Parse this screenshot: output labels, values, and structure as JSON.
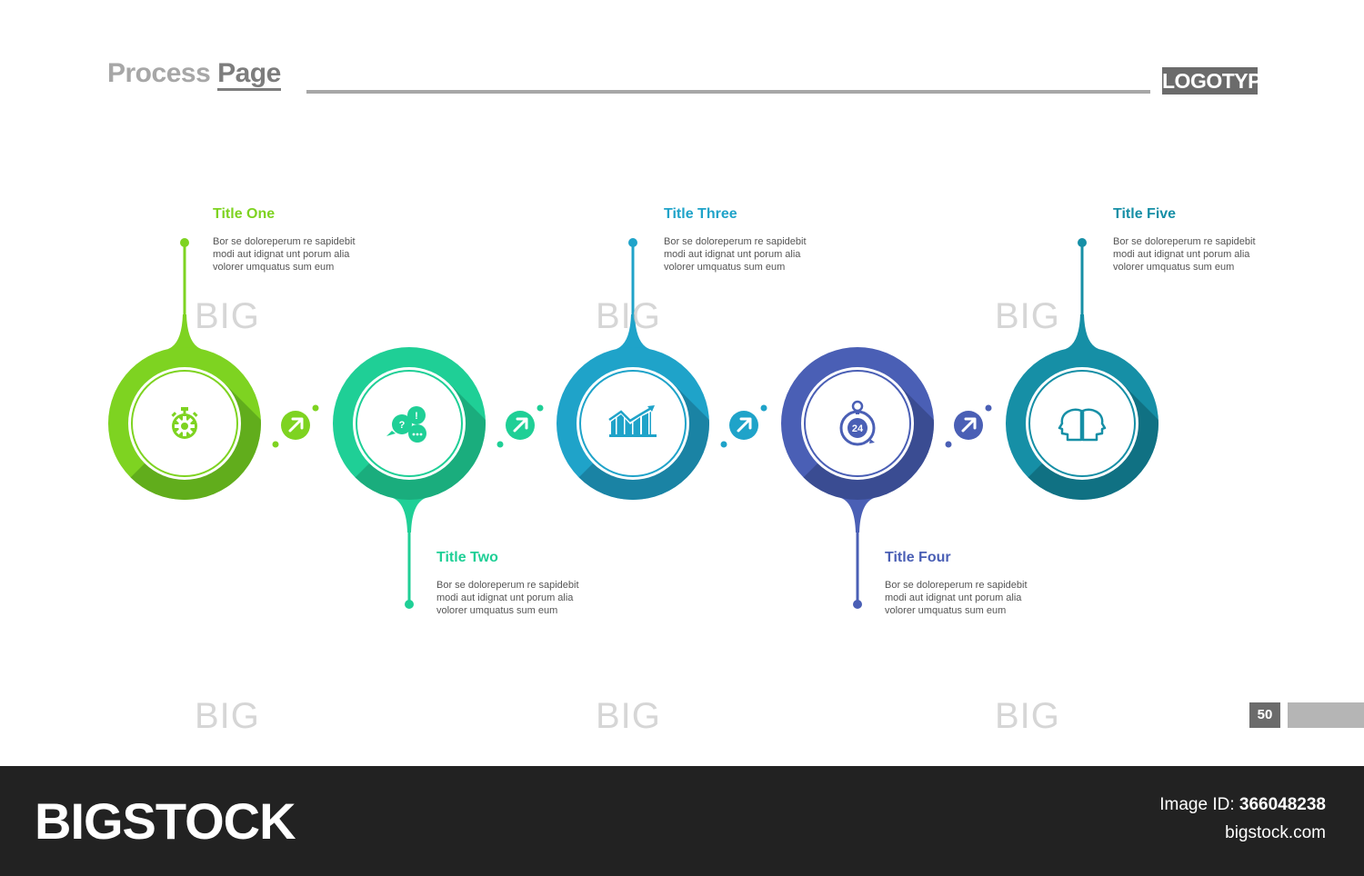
{
  "header": {
    "title_part1": "Process ",
    "title_part2": "Page",
    "logotype": "LOGOTYPE"
  },
  "steps": [
    {
      "title": "Title One",
      "desc": "Bor se doloreperum re sapidebit\nmodi aut idignat unt porum alia\nvolorer umquatus sum eum",
      "color": "#7ed321",
      "dark": "#5ea81c",
      "icon": "stopwatch-gear-icon"
    },
    {
      "title": "Title Two",
      "desc": "Bor se doloreperum re sapidebit\nmodi aut idignat unt porum alia\nvolorer umquatus sum eum",
      "color": "#1fcf96",
      "dark": "#19a87a",
      "icon": "speech-bubbles-icon"
    },
    {
      "title": "Title Three",
      "desc": "Bor se doloreperum re sapidebit\nmodi aut idignat unt porum alia\nvolorer umquatus sum eum",
      "color": "#1fa3c9",
      "dark": "#1a7fa0",
      "icon": "bar-chart-growth-icon"
    },
    {
      "title": "Title Four",
      "desc": "Bor se doloreperum re sapidebit\nmodi aut idignat unt porum alia\nvolorer umquatus sum eum",
      "color": "#4a5fb5",
      "dark": "#394a8e",
      "icon": "stopwatch-24-icon"
    },
    {
      "title": "Title Five",
      "desc": "Bor se doloreperum re sapidebit\nmodi aut idignat unt porum alia\nvolorer umquatus sum eum",
      "color": "#168fa6",
      "dark": "#0f6e80",
      "icon": "two-heads-icon"
    }
  ],
  "watermark": {
    "big": "BIG",
    "bigstock": "BIGSTOCK"
  },
  "page_number": "50",
  "footer": {
    "brand": "BIGSTOCK",
    "image_id_label": "Image ID: ",
    "image_id": "366048238",
    "site": "bigstock.com"
  }
}
